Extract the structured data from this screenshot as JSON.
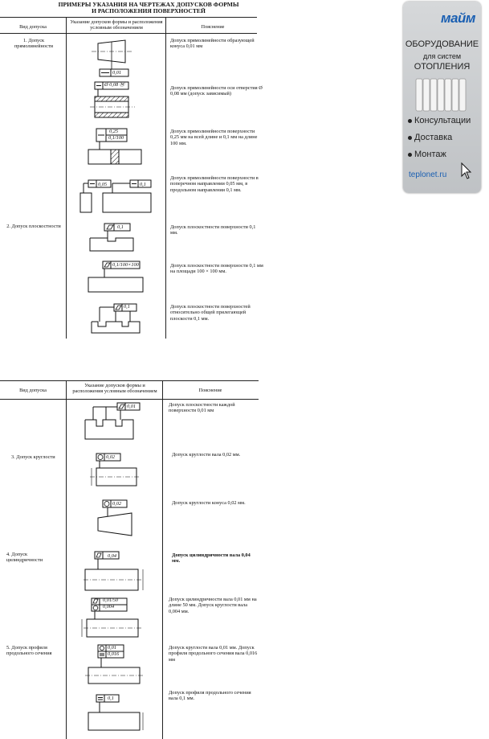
{
  "title": {
    "l1": "ПРИМЕРЫ УКАЗАНИЯ НА ЧЕРТЕЖАХ ДОПУСКОВ ФОРМЫ",
    "l2": "И РАСПОЛОЖЕНИЯ ПОВЕРХНОСТЕЙ"
  },
  "headers": {
    "kind": "Вид допуска",
    "ind": "Указание допусков формы и расположения условным обозначением",
    "expl": "Пояснение"
  },
  "t1": {
    "kinds": {
      "k1": "1. Допуск прямолинейности",
      "k2": "2. Допуск плоскостности"
    },
    "frames": {
      "f1": "0,01",
      "f2": "Ø 0,08 Ⓜ",
      "f3a": "0,25",
      "f3b": "0,1/100",
      "f4a": "0,05",
      "f4b": "0,1",
      "f5": "0,1",
      "f6": "0,1/100×100",
      "f7": "0,1"
    },
    "expl": [
      "Допуск прямолинейности образующей конуса 0,01 мм",
      "Допуск прямолинейности оси отверстия Ø 0,08 мм (допуск зависимый)",
      "Допуск прямолинейности поверхности 0,25 мм на всей длине и 0,1 мм на длине 100 мм.",
      "Допуск прямолинейности поверхности в поперечном направлении 0,05 мм, в продольном направлении 0,1 мм.",
      "Допуск плоскостности поверхности 0,1 мм.",
      "Допуск плоскостности поверхности 0,1 мм на площади 100 × 100 мм.",
      "Допуск плоскостности поверхностей относительно общей прилегающей плоскости 0,1 мм."
    ]
  },
  "t2": {
    "kinds": {
      "k3": "3. Допуск круглости",
      "k4": "4. Допуск цилиндричности",
      "k5": "5. Допуск профиля продольного сечения"
    },
    "frames": {
      "g1": "0,01",
      "g2": "0,02",
      "g3": "0,02",
      "g4": "0,04",
      "g5a": "0,01/50",
      "g5b": "0,004",
      "g6a": "0,01",
      "g6b": "0,016",
      "g7": "0,1"
    },
    "expl": [
      "Допуск плоскостности каждой поверхности 0,01 мм",
      "Допуск круглости вала 0,02 мм.",
      "Допуск круглости конуса 0,02 мм.",
      "Допуск цилиндричности вала 0,04 мм.",
      "Допуск цилиндричности вала 0,01 мм на длине 50 мм. Допуск круглости вала 0,004 мм.",
      "Допуск круглости вала 0,01 мм. Допуск профиля продольного сечения вала 0,016 мм",
      "Допуск профиля продольного сечения вала 0,1 мм."
    ]
  },
  "ad": {
    "logo": "майм",
    "l1": "ОБОРУДОВАНИЕ",
    "l2": "для систем",
    "l3": "ОТОПЛЕНИЯ",
    "items": [
      "Консультации",
      "Доставка",
      "Монтаж"
    ],
    "site": "teplonet.ru"
  }
}
